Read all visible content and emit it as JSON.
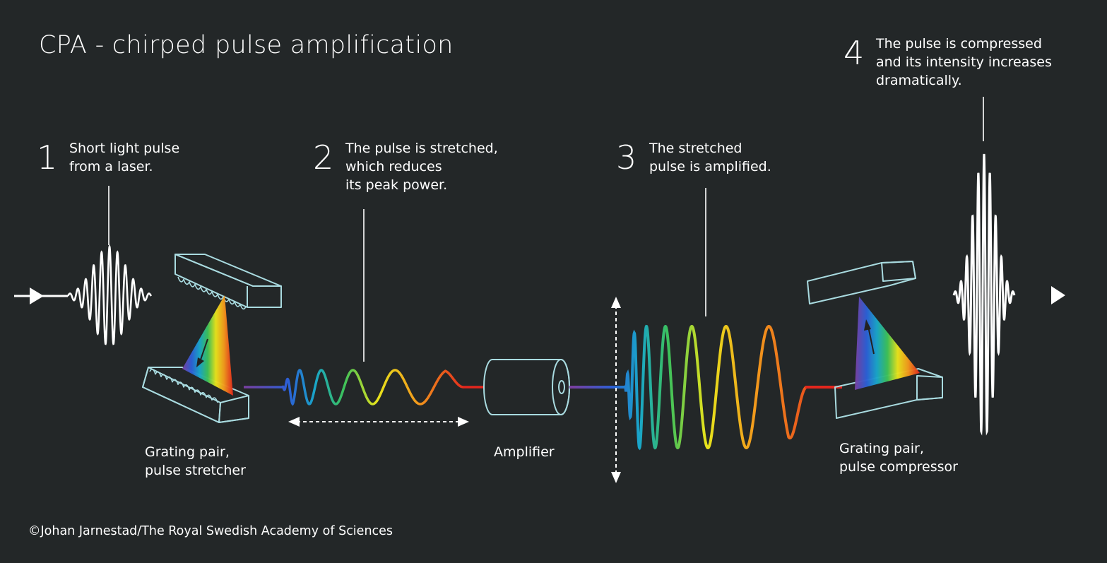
{
  "title": "CPA - chirped pulse amplification",
  "steps": [
    {
      "number": "1",
      "text": "Short light pulse\nfrom a laser."
    },
    {
      "number": "2",
      "text": "The pulse is stretched,\nwhich reduces\nits peak power."
    },
    {
      "number": "3",
      "text": "The stretched\npulse is amplified."
    },
    {
      "number": "4",
      "text": "The pulse is compressed\nand its intensity increases\ndramatically."
    }
  ],
  "labels": {
    "stretcher": "Grating pair,\npulse stretcher",
    "amplifier": "Amplifier",
    "compressor": "Grating pair,\npulse compressor"
  },
  "credit": "©Johan Jarnestad/The Royal Swedish Academy of Sciences",
  "colors": {
    "background": "#232728",
    "text": "#ffffff",
    "outline": "#a9dbe0",
    "spectrum": [
      "#7a3fa0",
      "#2c5fd6",
      "#19a6c9",
      "#3cc15a",
      "#e8e41c",
      "#f29a1c",
      "#e3261d"
    ]
  }
}
